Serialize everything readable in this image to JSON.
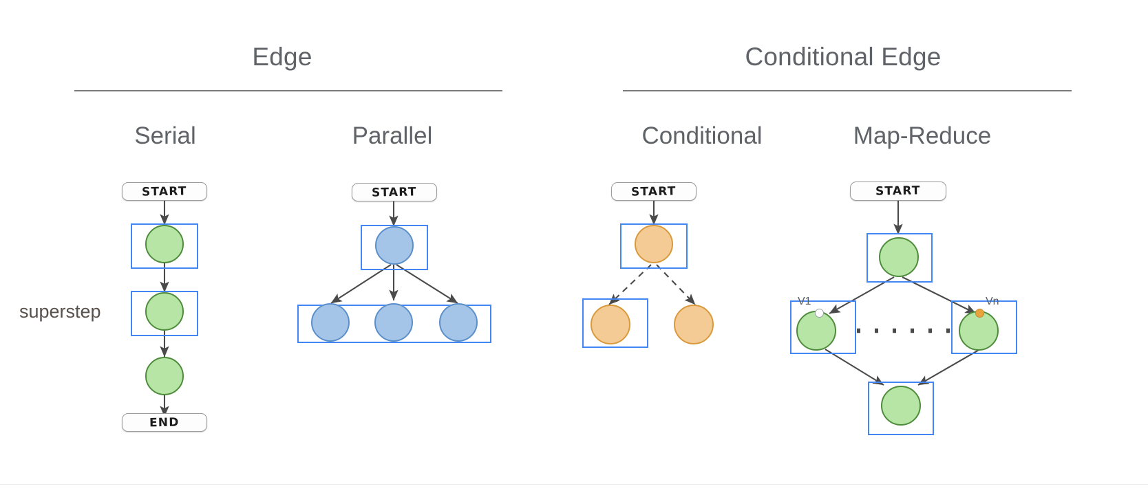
{
  "sections": [
    {
      "id": "edge",
      "title": "Edge"
    },
    {
      "id": "conditional-edge",
      "title": "Conditional Edge"
    }
  ],
  "variants": [
    {
      "id": "serial",
      "title": "Serial"
    },
    {
      "id": "parallel",
      "title": "Parallel"
    },
    {
      "id": "conditional",
      "title": "Conditional"
    },
    {
      "id": "map-reduce",
      "title": "Map-Reduce"
    }
  ],
  "annotations": {
    "superstep": "superstep"
  },
  "terminals": {
    "start": "START",
    "end": "END"
  },
  "vertex_labels": {
    "first": "V1",
    "last": "Vn"
  },
  "colors": {
    "node_green_fill": "#b6e5a6",
    "node_green_stroke": "#4e8c3b",
    "node_blue_fill": "#a4c5e8",
    "node_blue_stroke": "#5b8fc9",
    "node_orange_fill": "#f4cb94",
    "node_orange_stroke": "#d89a3c",
    "superstep_box": "#4285f4",
    "edge_stroke": "#4a4a4a",
    "title_text": "#5f6368",
    "rule": "#7a7a7a"
  },
  "graphs": {
    "serial": {
      "nodes": [
        "START",
        "node",
        "node",
        "node",
        "END"
      ],
      "node_color": "green",
      "edge_style": "solid",
      "supersteps": 2,
      "description": "START to node to node to node to END, sequential chain"
    },
    "parallel": {
      "nodes": [
        "START",
        "node",
        "node",
        "node",
        "node"
      ],
      "node_color": "blue",
      "edge_style": "solid",
      "supersteps": 2,
      "fanout": 3,
      "description": "START to one node, fanning out to three parallel nodes"
    },
    "conditional": {
      "nodes": [
        "START",
        "node",
        "node",
        "node"
      ],
      "node_color": "orange",
      "edge_style": "dashed",
      "supersteps": 2,
      "fanout": 2,
      "description": "START to one node, dashed conditional branches to two nodes, only left branch boxed"
    },
    "map-reduce": {
      "nodes": [
        "START",
        "node",
        "V1",
        "Vn",
        "node"
      ],
      "node_color": "green",
      "edge_style": "solid",
      "supersteps": 4,
      "description": "START to map node, diverging to V1 and Vn with ellipsis between, converging to reduce node"
    }
  }
}
